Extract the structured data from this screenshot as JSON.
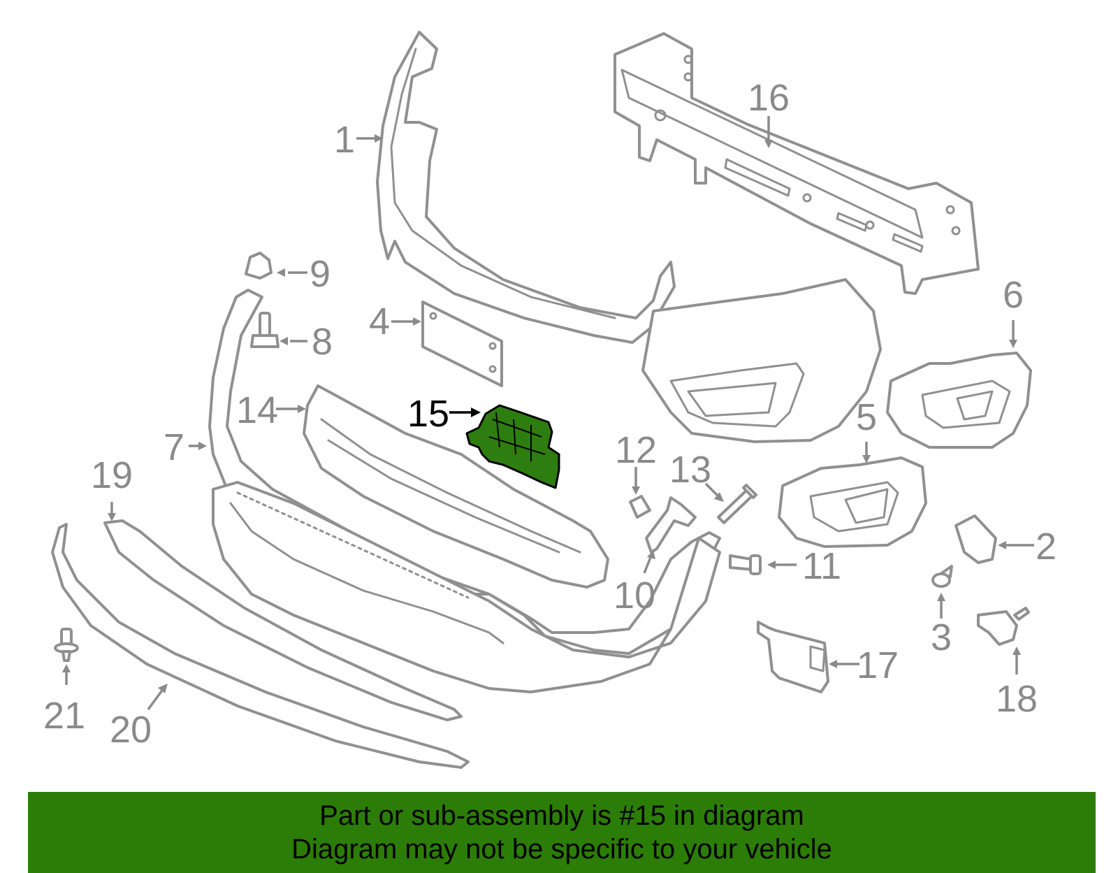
{
  "diagram": {
    "highlight_color": "#2e7d10",
    "line_color": "#909090",
    "callouts": [
      {
        "id": "p1",
        "label": "1"
      },
      {
        "id": "p2",
        "label": "2"
      },
      {
        "id": "p3",
        "label": "3"
      },
      {
        "id": "p4",
        "label": "4"
      },
      {
        "id": "p5",
        "label": "5"
      },
      {
        "id": "p6",
        "label": "6"
      },
      {
        "id": "p7",
        "label": "7"
      },
      {
        "id": "p8",
        "label": "8"
      },
      {
        "id": "p9",
        "label": "9"
      },
      {
        "id": "p10",
        "label": "10"
      },
      {
        "id": "p11",
        "label": "11"
      },
      {
        "id": "p12",
        "label": "12"
      },
      {
        "id": "p13",
        "label": "13"
      },
      {
        "id": "p14",
        "label": "14"
      },
      {
        "id": "p15",
        "label": "15",
        "highlighted": true
      },
      {
        "id": "p16",
        "label": "16"
      },
      {
        "id": "p17",
        "label": "17"
      },
      {
        "id": "p18",
        "label": "18"
      },
      {
        "id": "p19",
        "label": "19"
      },
      {
        "id": "p20",
        "label": "20"
      },
      {
        "id": "p21",
        "label": "21"
      }
    ]
  },
  "banner": {
    "line1": "Part or sub-assembly is #15 in diagram",
    "line2": "Diagram may not be specific to your vehicle",
    "background": "#2c7d08"
  }
}
